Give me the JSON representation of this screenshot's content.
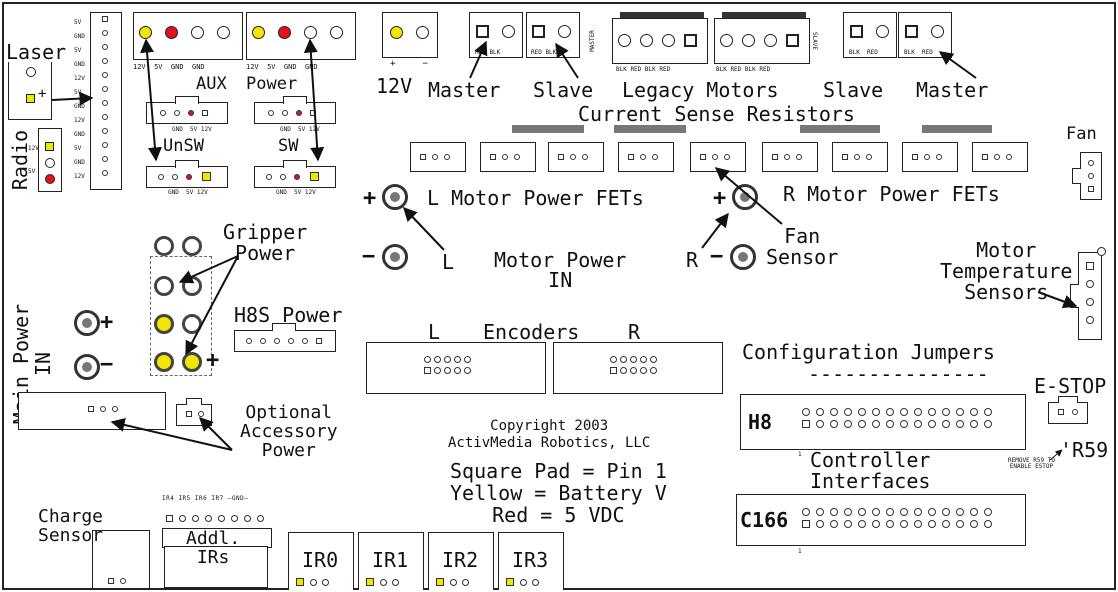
{
  "labels": {
    "laser": "Laser",
    "radio": "Radio",
    "aux": "AUX",
    "power": "Power",
    "unsw": "UnSW",
    "sw": "SW",
    "v12": "12V",
    "master_left": "Master",
    "slave_left": "Slave",
    "legacy_motors": "Legacy Motors",
    "slave_right": "Slave",
    "master_right": "Master",
    "current_sense": "Current Sense Resistors",
    "fan": "Fan",
    "l_fets": "L Motor Power FETs",
    "r_fets": "R Motor Power FETs",
    "gripper_power": "Gripper\nPower",
    "l": "L",
    "r": "R",
    "motor_power_in": "Motor Power\nIN",
    "fan_sensor": "Fan\nSensor",
    "motor_temp": "Motor\nTemperature\nSensors",
    "main_power_in": "Main Power\nIN",
    "h8s_power": "H8S Power",
    "encoders_l": "L",
    "encoders": "Encoders",
    "encoders_r": "R",
    "config_jumpers": "Configuration Jumpers",
    "config_dashes": "---------------",
    "estop": "E-STOP",
    "h8": "H8",
    "r59": "'R59",
    "r59_note": "REMOVE R59 TO\nENABLE ESTOP",
    "optional_acc": "Optional\nAccessory\nPower",
    "copyright": "Copyright 2003\nActivMedia Robotics, LLC",
    "legend": "Square Pad = Pin 1\nYellow = Battery V\nRed = 5 VDC",
    "controller_interfaces": "Controller\nInterfaces",
    "c166": "C166",
    "charge_sensor": "Charge\nSensor",
    "addl_irs": "Addl.\nIRs",
    "ir0": "IR0",
    "ir1": "IR1",
    "ir2": "IR2",
    "ir3": "IR3",
    "plus": "+",
    "minus": "−",
    "pin_one": "1"
  },
  "pin_labels": {
    "aux": "12V  5V  GND  GND",
    "power": "12V  5V  GND  GND",
    "v12": "+     −",
    "master_left": "RED BLK",
    "slave_left": "RED BLK",
    "legacy_left": "BLK RED BLK RED",
    "legacy_right": "BLK RED BLK RED",
    "slave_right": "BLK  RED",
    "master_right": "BLK  RED",
    "unsw_small": "GND  5V 12V",
    "sw_small": "GND  5V 12V",
    "radio": "12V\n\n5V",
    "master_side": "MASTER",
    "slave_side": "SLAVE",
    "addl_irs_pins": "IR4 IR5 IR6 IR7 —GND—",
    "side_column": "5V\nGND\n5V\nGND\n12V\n5V\nGND\n12V\nGND\n5V\nGND\n12V"
  },
  "colors": {
    "battery": "#f2e600",
    "five_vdc": "#e0121c",
    "bar": "#777777"
  }
}
